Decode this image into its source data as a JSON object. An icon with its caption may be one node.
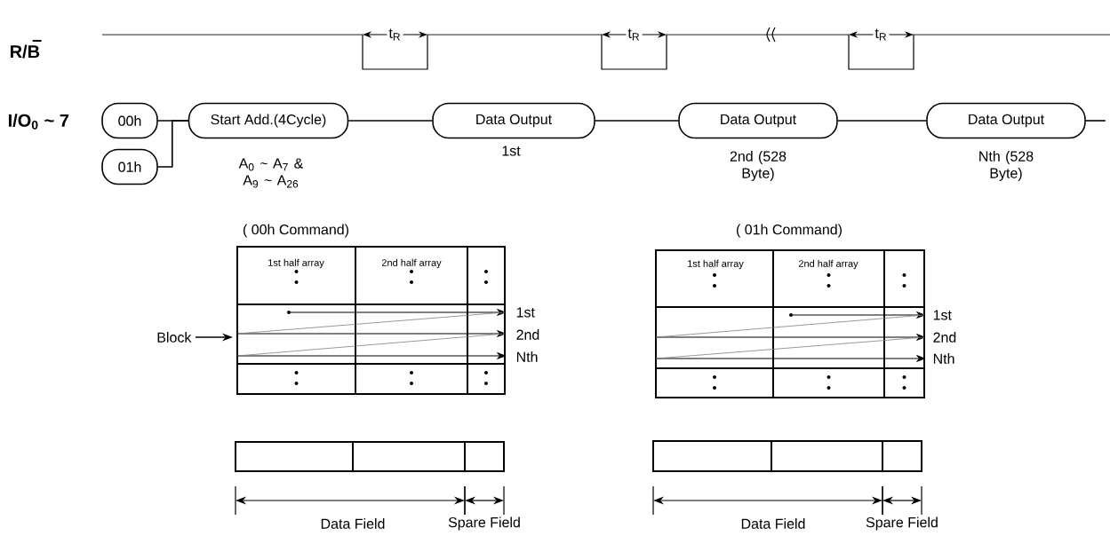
{
  "diagram": {
    "nodes": [
      {
        "text": [
          "00h"
        ]
      },
      {
        "text": [
          "01h"
        ]
      },
      {
        "text": [
          "Start Add.(4Cycle)"
        ],
        "beside": [
          "A$_{0}$ ~ A$_{7}$ & A$_{9}$ ~ A$_{26}$"
        ]
      },
      {
        "text": [
          "Data Output"
        ],
        "beside": [
          "1st"
        ]
      },
      {
        "text": [
          "Data Output"
        ],
        "beside": [
          "2nd (528 Byte)"
        ]
      },
      {
        "text": [
          "Data Output"
        ],
        "beside": [
          "Nth (528 Byte)"
        ]
      }
    ],
    "edges": [
      {
        "from": 0,
        "to": 2,
        "arrow": "none"
      },
      {
        "from": 1,
        "to": 2,
        "arrow": "none"
      },
      {
        "from": 2,
        "to": 3,
        "arrow": "none"
      },
      {
        "from": 3,
        "to": 4,
        "arrow": "none"
      },
      {
        "from": 4,
        "to": 5,
        "arrow": "none"
      },
      {
        "from": 5,
        "to": null,
        "arrow": "none"
      }
    ],
    "labels": [
      "R/B",
      "I/O$_{0}$ ~ 7",
      "t$_{R}$",
      "t$_{R}$",
      "t$_{R}$",
      "( 00h Command)",
      "1st half array",
      "2nd half array",
      "1st",
      "2nd",
      "Nth",
      "Block",
      "Data Field",
      "Spare Field",
      "( 01h Command)",
      "1st half array",
      "2nd half array",
      "1st",
      "2nd",
      "Nth",
      "Data Field",
      "Spare Field"
    ]
  }
}
